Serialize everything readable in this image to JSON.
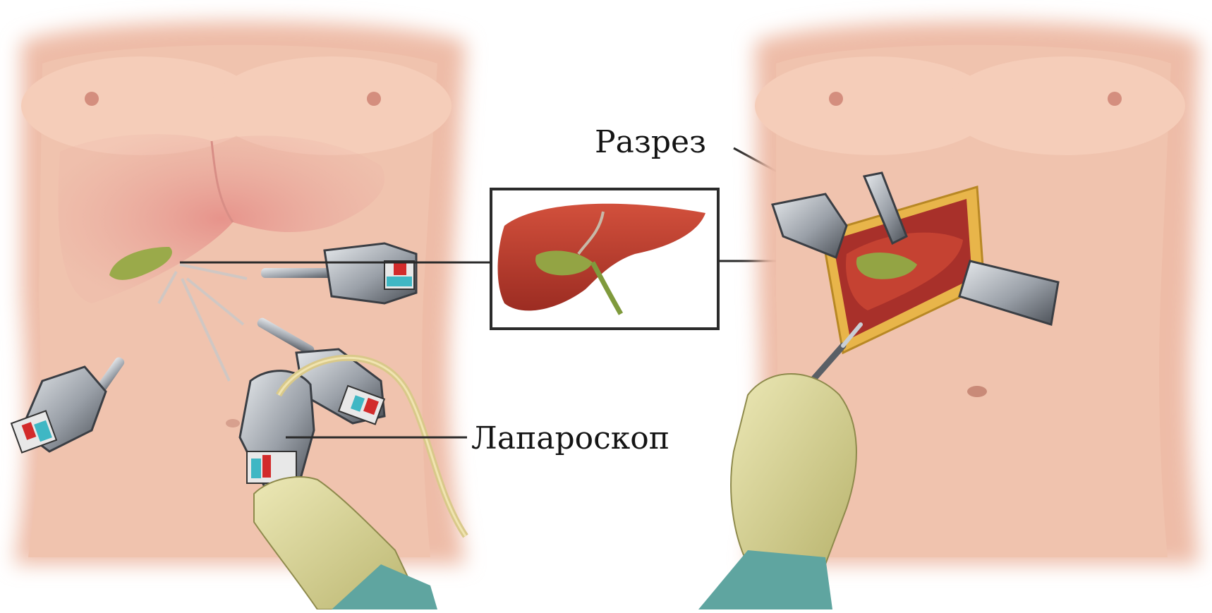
{
  "labels": {
    "incision": "Разрез",
    "laparoscope": "Лапароскоп"
  },
  "panels": {
    "left": "laparoscopic cholecystectomy torso illustration",
    "center": "liver and gallbladder inset",
    "right": "open cholecystectomy torso illustration"
  },
  "colors": {
    "skin": "#f1c6b2",
    "skin_shadow": "#dc9c86",
    "liver": "#b8382c",
    "gallbladder": "#8a9a3a",
    "glove": "#d8d49a",
    "steel": "#9aa0a8",
    "callout_line": "#2a2a2a"
  },
  "icons": {
    "trocar": "laparoscopic-trocar-icon",
    "hand": "gloved-hand-icon",
    "retractor": "surgical-retractor-icon",
    "scalpel": "scalpel-icon"
  }
}
